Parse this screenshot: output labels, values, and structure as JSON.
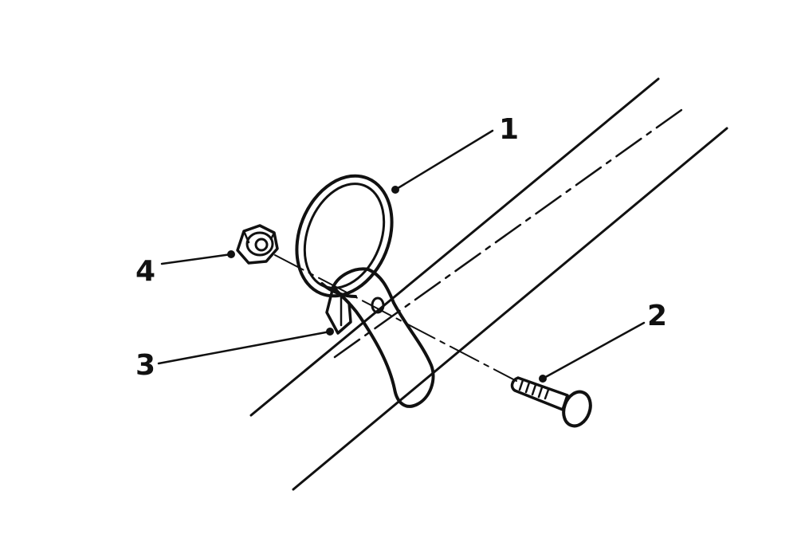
{
  "figure": {
    "callouts": [
      {
        "id": "1",
        "text": "1",
        "part": "ring"
      },
      {
        "id": "2",
        "text": "2",
        "part": "bolt"
      },
      {
        "id": "3",
        "text": "3",
        "part": "strap-clamp"
      },
      {
        "id": "4",
        "text": "4",
        "part": "nut"
      }
    ],
    "colors": {
      "ink": "#111111",
      "background": "#ffffff"
    }
  }
}
